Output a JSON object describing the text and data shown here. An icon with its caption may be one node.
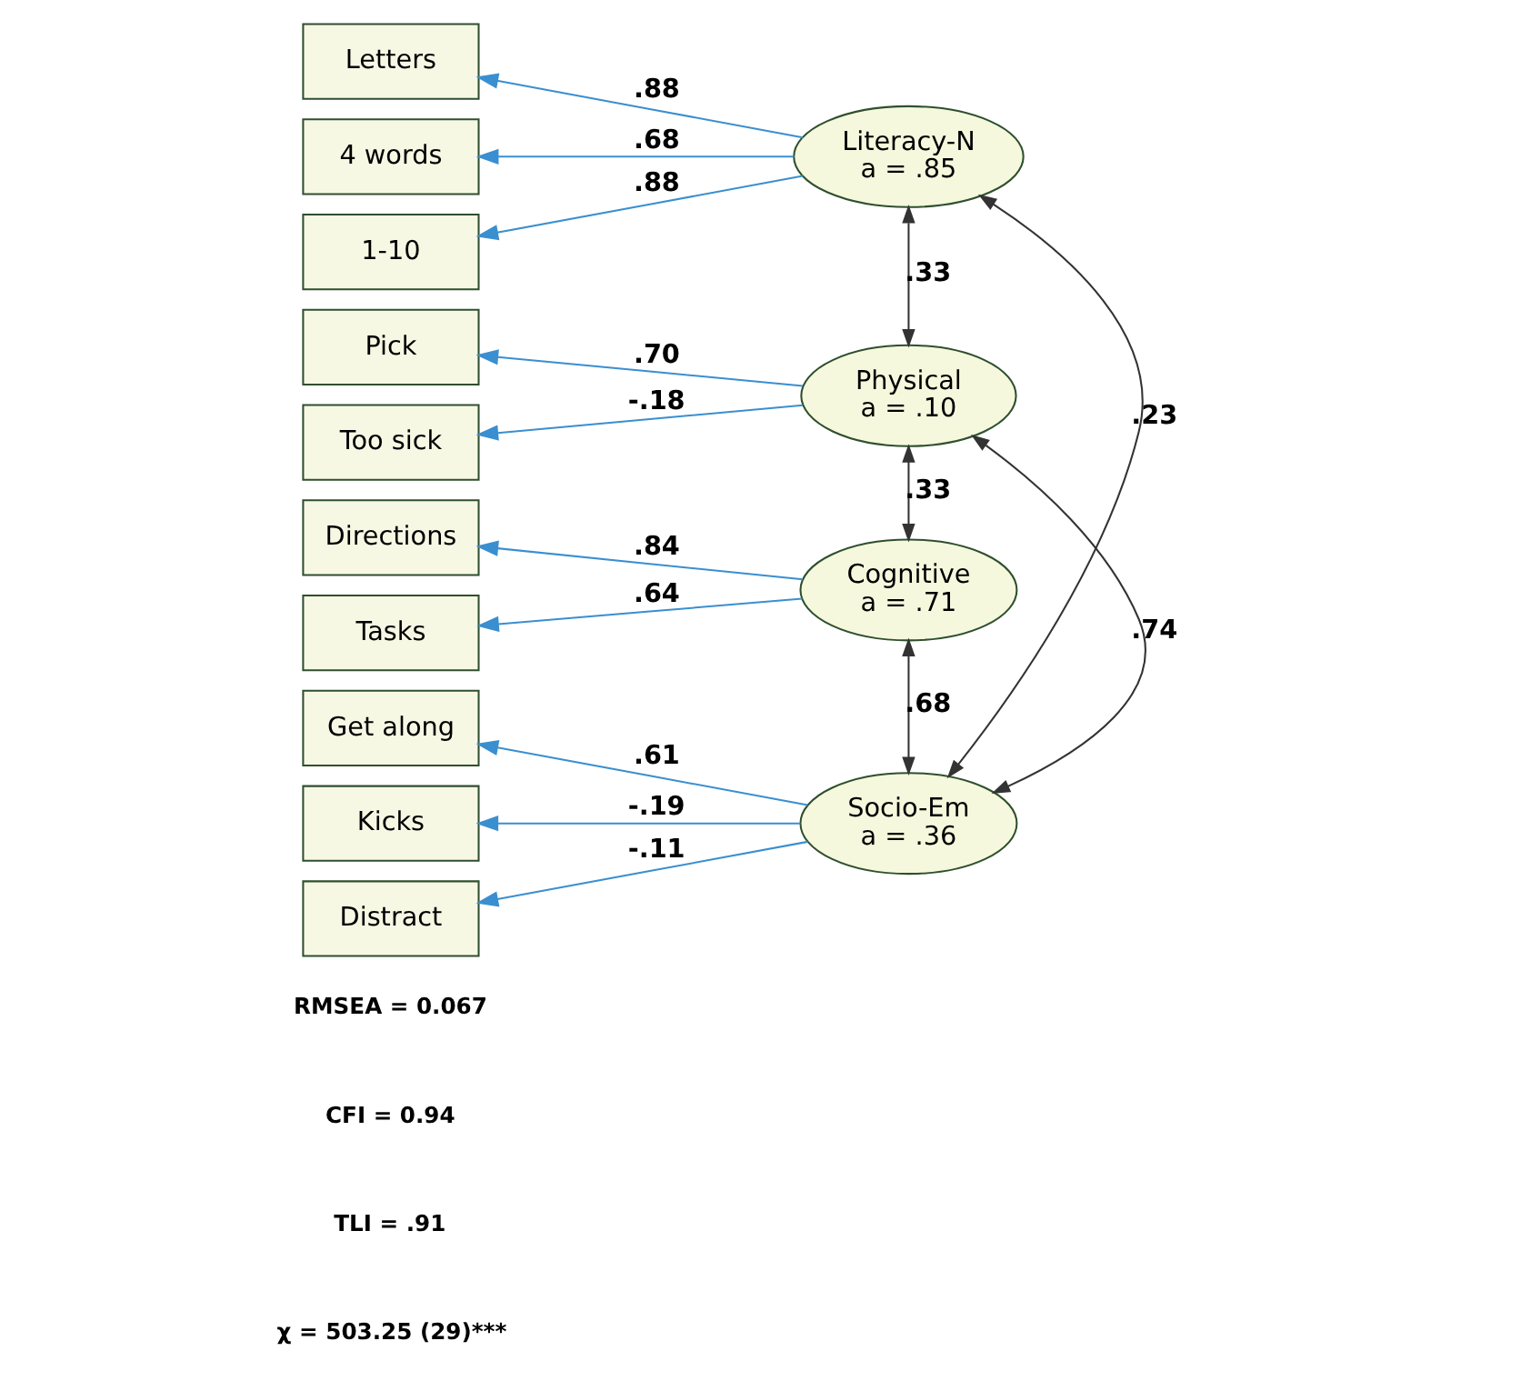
{
  "diagram": {
    "nodes": [
      {
        "text": [
          "Letters"
        ]
      },
      {
        "text": [
          "4 words"
        ]
      },
      {
        "text": [
          "1-10"
        ]
      },
      {
        "text": [
          "Pick"
        ]
      },
      {
        "text": [
          "Too sick"
        ]
      },
      {
        "text": [
          "Directions"
        ]
      },
      {
        "text": [
          "Tasks"
        ]
      },
      {
        "text": [
          "Get along"
        ]
      },
      {
        "text": [
          "Kicks"
        ]
      },
      {
        "text": [
          "Distract"
        ]
      },
      {
        "text": [
          "Literacy-N",
          "a = .85"
        ]
      },
      {
        "text": [
          "Physical",
          "a = .10"
        ]
      },
      {
        "text": [
          "Cognitive",
          "a = .71"
        ]
      },
      {
        "text": [
          "Socio-Em",
          "a = .36"
        ]
      }
    ],
    "edges": [
      {
        "from": 10,
        "to": 0,
        "arrow": "to",
        "label": ".88"
      },
      {
        "from": 10,
        "to": 1,
        "arrow": "to",
        "label": ".68"
      },
      {
        "from": 10,
        "to": 2,
        "arrow": "to",
        "label": ".88"
      },
      {
        "from": 11,
        "to": 3,
        "arrow": "to",
        "label": ".70"
      },
      {
        "from": 11,
        "to": 4,
        "arrow": "to",
        "label": "-.18"
      },
      {
        "from": 12,
        "to": 5,
        "arrow": "to",
        "label": ".84"
      },
      {
        "from": 12,
        "to": 6,
        "arrow": "to",
        "label": ".64"
      },
      {
        "from": 13,
        "to": 7,
        "arrow": "to",
        "label": ".61"
      },
      {
        "from": 13,
        "to": 8,
        "arrow": "to",
        "label": "-.19"
      },
      {
        "from": 13,
        "to": 9,
        "arrow": "to",
        "label": "-.11"
      },
      {
        "from": 10,
        "to": 13,
        "arrow": "both",
        "label": ".23",
        "color": "#333333"
      },
      {
        "from": 10,
        "to": 11,
        "arrow": "both",
        "label": ".33",
        "color": "#333333"
      },
      {
        "from": 11,
        "to": 12,
        "arrow": "both",
        "label": ".33",
        "color": "#333333"
      },
      {
        "from": 11,
        "to": 13,
        "arrow": "both",
        "label": ".74",
        "color": "#333333"
      },
      {
        "from": 12,
        "to": 13,
        "arrow": "both",
        "label": ".68",
        "color": "#333333"
      }
    ],
    "labels": [
      "RMSEA = 0.067",
      "CFI = 0.94",
      "TLI = .91",
      "χ = 503.25 (29)***"
    ]
  }
}
